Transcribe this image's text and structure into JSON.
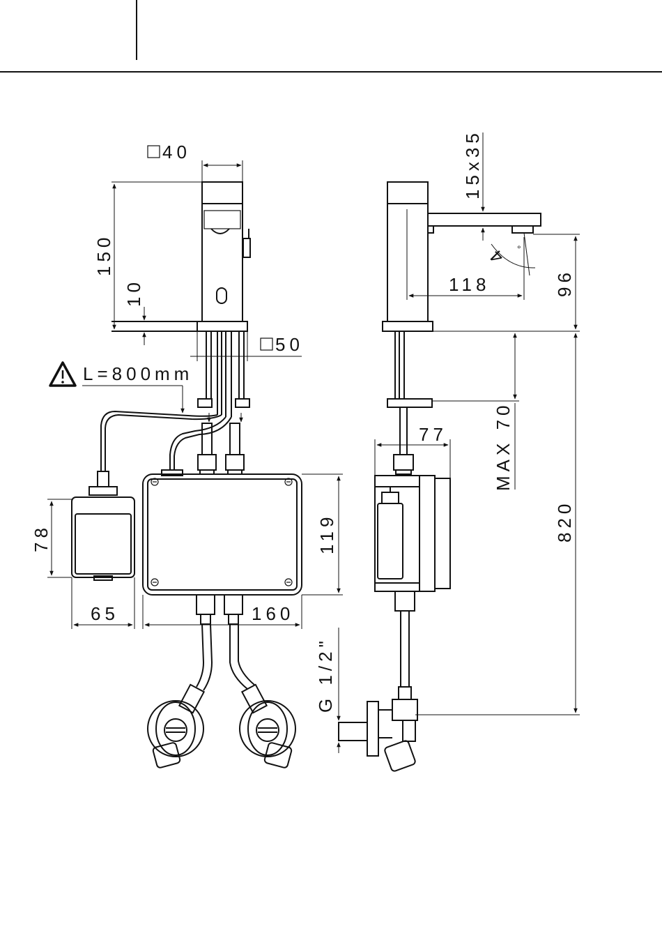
{
  "dimensions": {
    "square_40": "40",
    "height_150": "150",
    "base_10": "10",
    "square_50": "50",
    "cable_length": "L=800mm",
    "box_height_119": "119",
    "box_width_160": "160",
    "battery_height_78": "78",
    "battery_width_65": "65",
    "spout_15x35": "15x35",
    "reach_118": "118",
    "height_96": "96",
    "angle_4": "4",
    "degree_sign": "°",
    "depth_77": "77",
    "max_70": "MAX  70",
    "height_820": "820",
    "thread": "G  1/2\""
  }
}
